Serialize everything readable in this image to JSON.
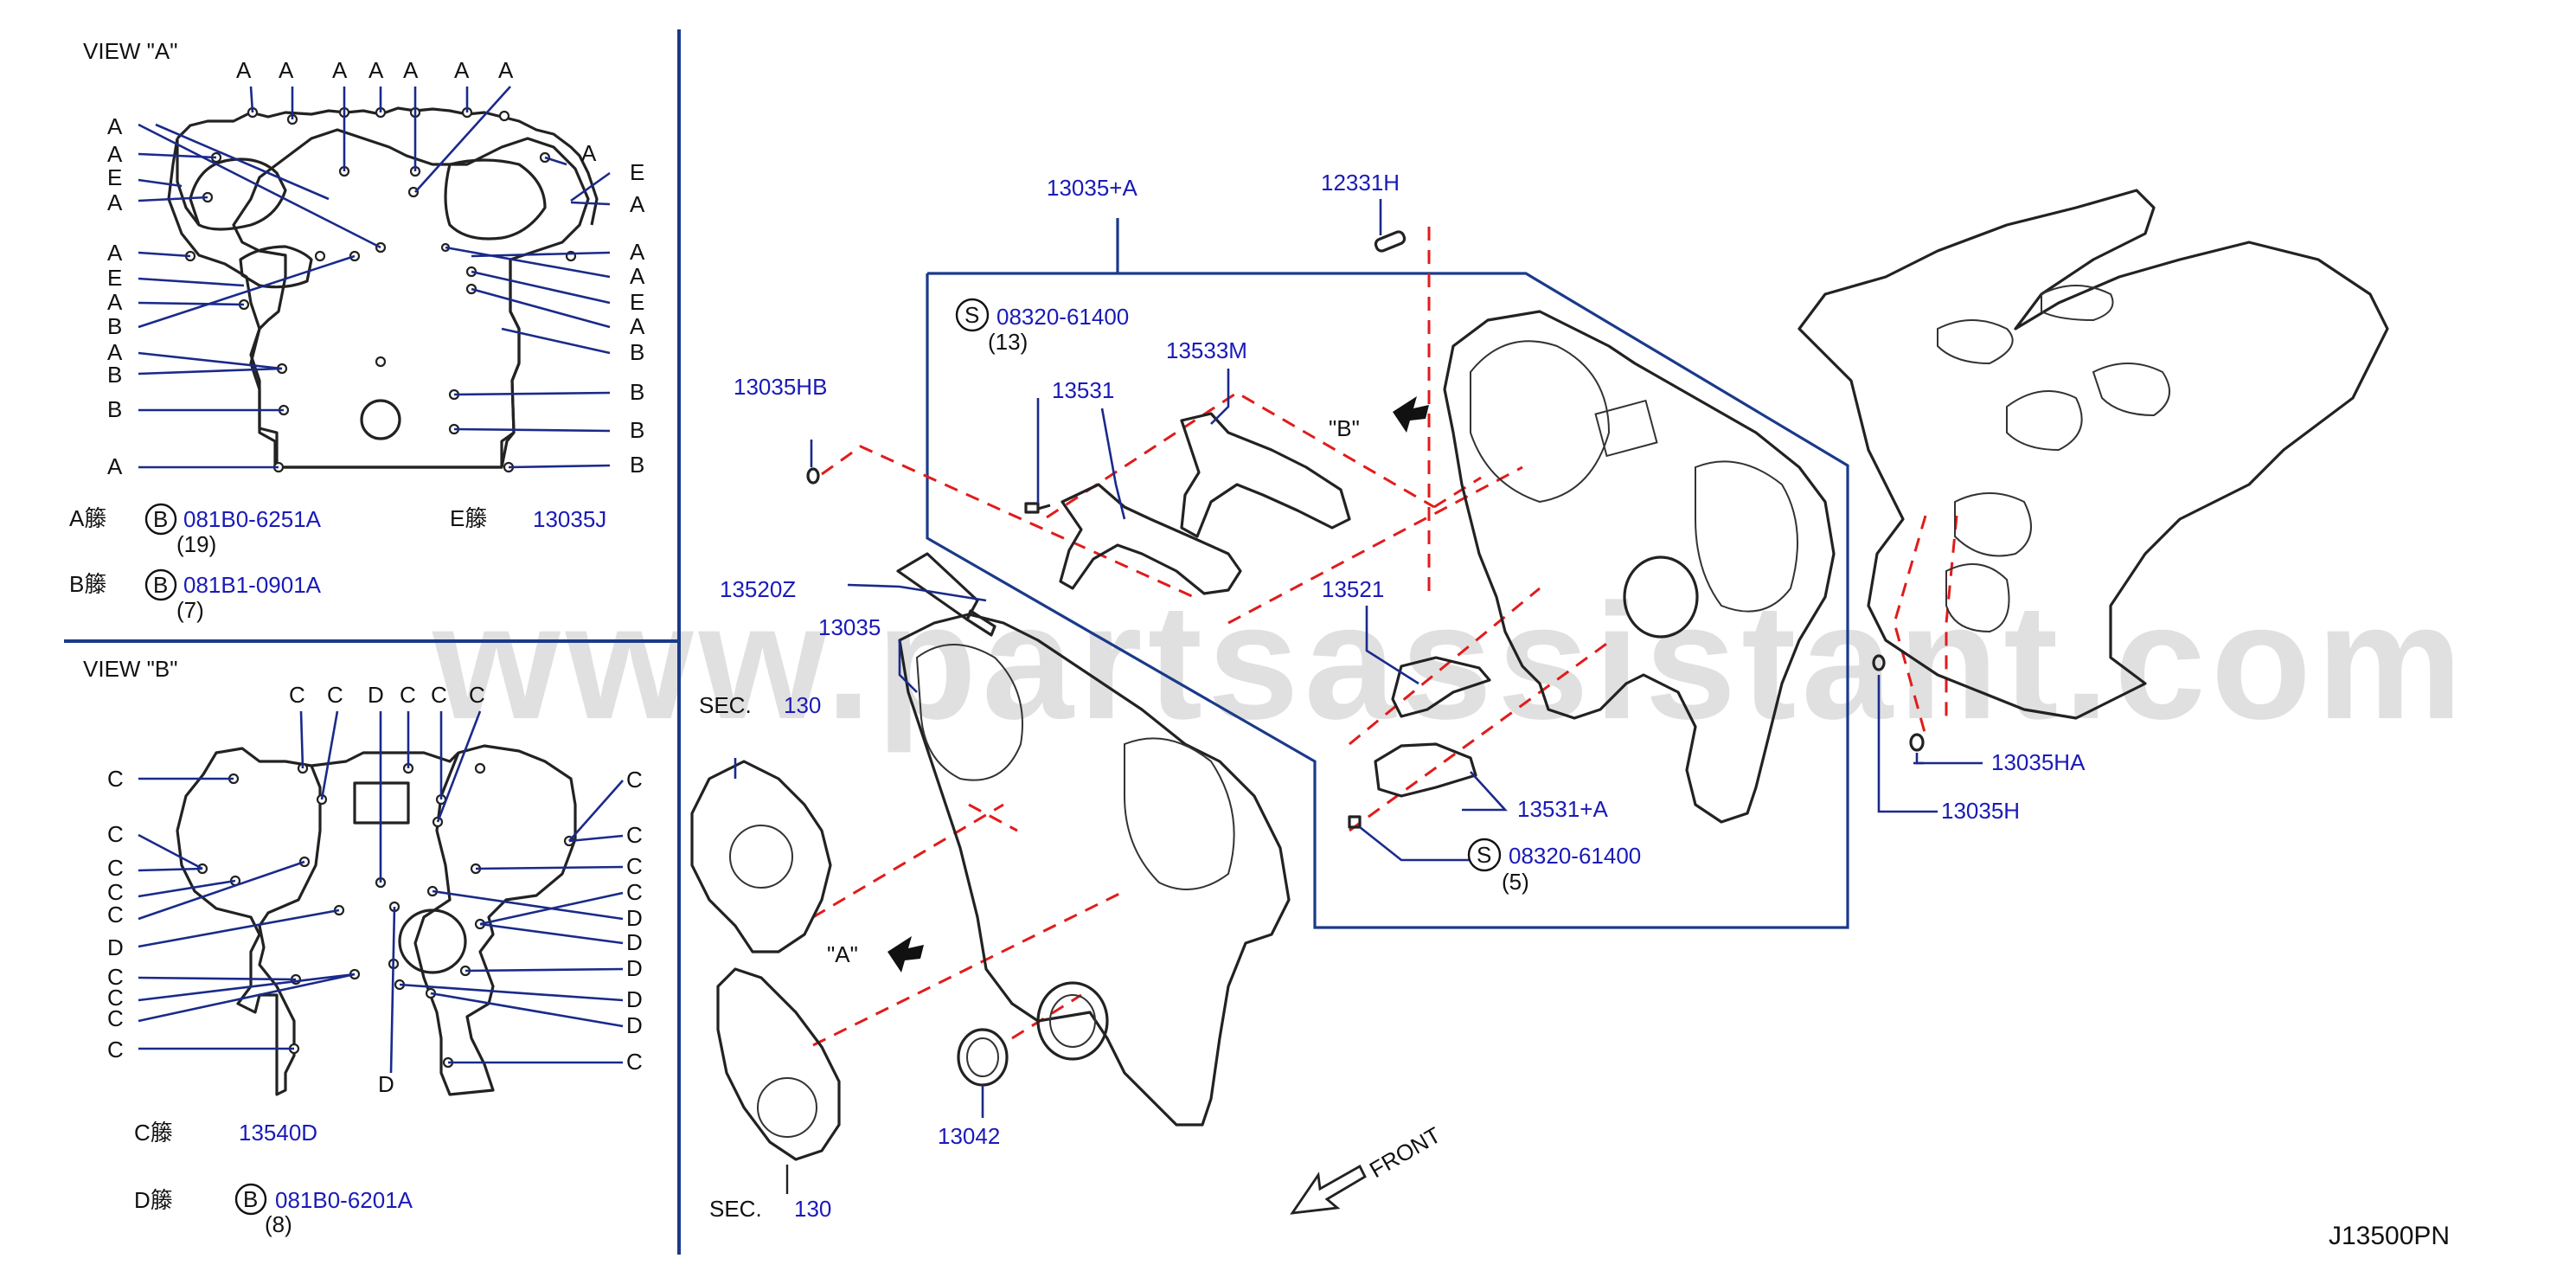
{
  "watermark": "www.partsassistant.com",
  "diagram_code": "J13500PN",
  "view_a": {
    "title": "VIEW \"A\"",
    "letters": {
      "A": "A",
      "B": "B",
      "E": "E"
    },
    "legend": [
      {
        "key": "A",
        "sep": "籐",
        "symbol": "B",
        "part": "081B0-6251A",
        "qty": "(19)"
      },
      {
        "key": "B",
        "sep": "籐",
        "symbol": "B",
        "part": "081B1-0901A",
        "qty": "(7)"
      },
      {
        "key": "E",
        "sep": "籐",
        "part": "13035J"
      }
    ]
  },
  "view_b": {
    "title": "VIEW \"B\"",
    "letters": {
      "C": "C",
      "D": "D"
    },
    "legend": [
      {
        "key": "C",
        "sep": "籐",
        "part": "13540D"
      },
      {
        "key": "D",
        "sep": "籐",
        "symbol": "B",
        "part": "081B0-6201A",
        "qty": "(8)"
      }
    ]
  },
  "callouts": {
    "p13035A": "13035+A",
    "p12331H": "12331H",
    "s08320_13": "08320-61400",
    "s08320_13_qty": "(13)",
    "p13533M": "13533M",
    "p13531": "13531",
    "p13035HB": "13035HB",
    "viewB_ref": "\"B\"",
    "p13520Z": "13520Z",
    "p13035": "13035",
    "sec_label": "SEC.",
    "sec_130": "130",
    "p13521": "13521",
    "p13531A": "13531+A",
    "s08320_5": "08320-61400",
    "s08320_5_qty": "(5)",
    "viewA_ref": "\"A\"",
    "p13042": "13042",
    "p13035HA": "13035HA",
    "p13035H": "13035H",
    "front": "FRONT",
    "circle_S": "S",
    "circle_B": "B"
  },
  "colors": {
    "part_number": "#1a1ab8",
    "leader": "#1a2a8a",
    "phantom": "#e21b1b",
    "frame": "#1a3a8a"
  }
}
